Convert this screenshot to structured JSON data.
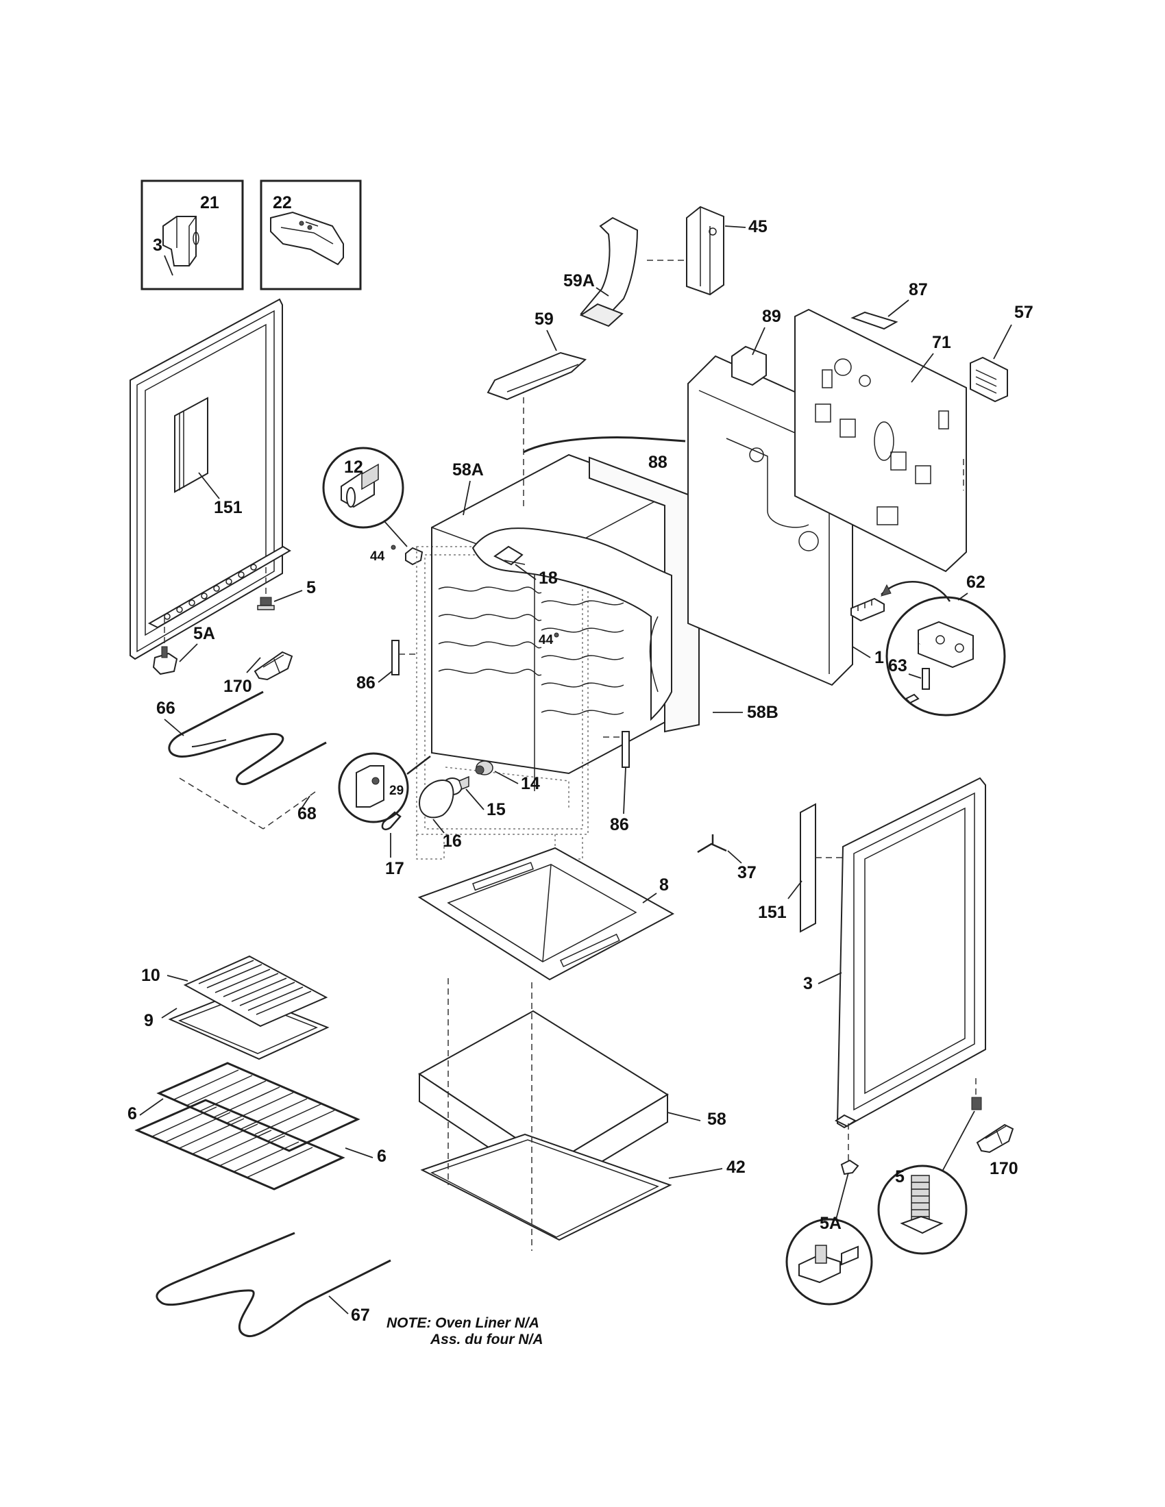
{
  "callouts": {
    "c21": "21",
    "c22": "22",
    "c3a": "3",
    "c151a": "151",
    "c12": "12",
    "c44a": "44",
    "c58A": "58A",
    "c18": "18",
    "c44b": "44",
    "c5a": "5",
    "c5Aa": "5A",
    "c170a": "170",
    "c86a": "86",
    "c66": "66",
    "c68": "68",
    "c29": "29",
    "c14": "14",
    "c15": "15",
    "c16": "16",
    "c17": "17",
    "c86b": "86",
    "c45": "45",
    "c59A": "59A",
    "c59": "59",
    "c89": "89",
    "c87": "87",
    "c57": "57",
    "c71": "71",
    "c88": "88",
    "c62": "62",
    "c1": "1",
    "c63": "63",
    "c58B": "58B",
    "c8": "8",
    "c37": "37",
    "c151b": "151",
    "c3b": "3",
    "c10": "10",
    "c9": "9",
    "c6a": "6",
    "c6b": "6",
    "c58": "58",
    "c42": "42",
    "c170b": "170",
    "c5b": "5",
    "c5Ab": "5A",
    "c67": "67"
  },
  "note": {
    "line1": "NOTE: Oven Liner N/A",
    "line2": "Ass. du four N/A"
  }
}
